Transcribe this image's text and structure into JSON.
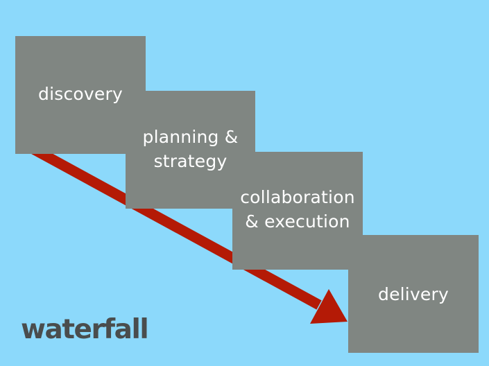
{
  "diagram": {
    "stages": [
      {
        "label": "discovery"
      },
      {
        "label": "planning &\nstrategy"
      },
      {
        "label": "collaboration\n& execution"
      },
      {
        "label": "delivery"
      }
    ],
    "logo_text": "waterfall",
    "colors": {
      "background": "#8cd9fb",
      "stage_fill": "#808682",
      "stage_text": "#ffffff",
      "arrow": "#b41a06",
      "logo": "#4a4d4d"
    }
  }
}
